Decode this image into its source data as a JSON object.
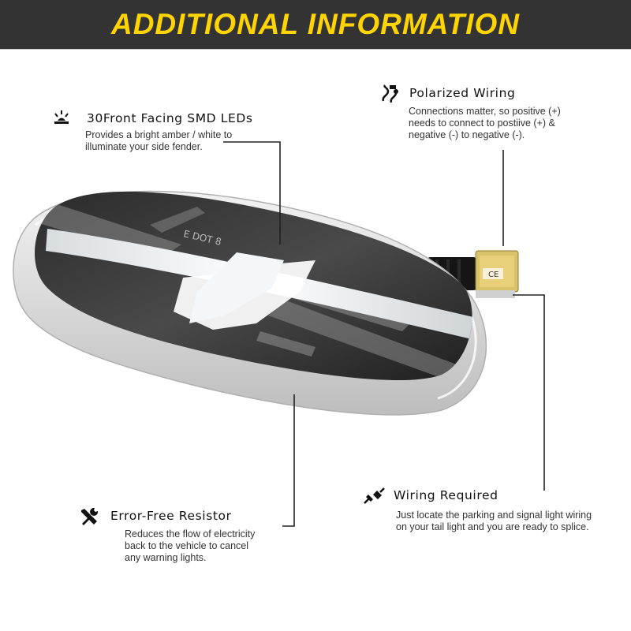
{
  "header": {
    "title": "ADDITIONAL INFORMATION"
  },
  "features": {
    "leds": {
      "title": "30Front Facing SMD LEDs",
      "desc": [
        "Provides a bright amber / white to",
        "illuminate your side fender."
      ],
      "icon": "light-burst-icon"
    },
    "polarized": {
      "title": "Polarized Wiring",
      "desc": [
        "Connections matter, so positive (+)",
        "needs to connect to postiive (+) &",
        "negative (-) to negative (-)."
      ],
      "icon": "wire-icon"
    },
    "resistor": {
      "title": "Error-Free Resistor",
      "desc": [
        "Reduces the flow of electricity",
        "back to the vehicle to cancel",
        "any warning lights."
      ],
      "icon": "wrench-screwdriver-icon"
    },
    "wiring": {
      "title": "Wiring Required",
      "desc": [
        "Just locate the parking and signal light wiring",
        "on your tail light and you are ready to splice."
      ],
      "icon": "plug-icon"
    }
  },
  "product": {
    "lens_marking": "E DOT 8",
    "connector_marking": "CE"
  },
  "colors": {
    "header_bg": "#333333",
    "header_text": "#ffd400",
    "leader_line": "#222222"
  }
}
